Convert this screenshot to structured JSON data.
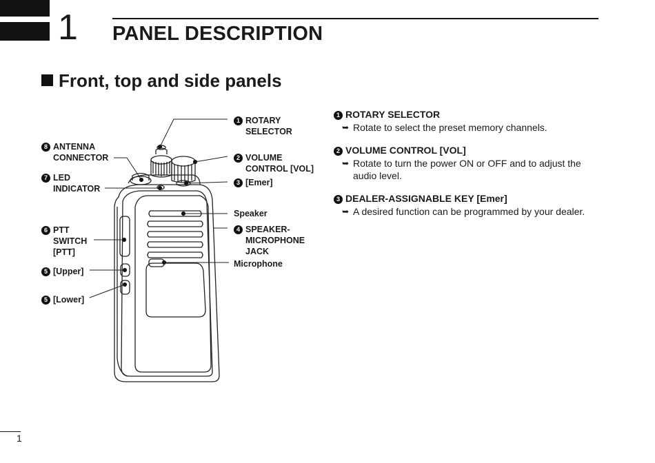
{
  "header": {
    "chapter_number": "1",
    "title": "PANEL DESCRIPTION"
  },
  "section": {
    "heading": "Front, top and side panels"
  },
  "callouts": {
    "rotary": {
      "num": "1",
      "line1": "ROTARY",
      "line2": "SELECTOR"
    },
    "volume": {
      "num": "2",
      "line1": "VOLUME",
      "line2": "CONTROL [VOL]"
    },
    "emer": {
      "num": "3",
      "line1": "[Emer]"
    },
    "speaker": {
      "line1": "Speaker"
    },
    "speaker_mic": {
      "num": "4",
      "line1": "SPEAKER-",
      "line2": "MICROPHONE",
      "line3": "JACK"
    },
    "microphone": {
      "line1": "Microphone"
    },
    "antenna": {
      "num": "8",
      "line1": "ANTENNA",
      "line2": "CONNECTOR"
    },
    "led": {
      "num": "7",
      "line1": "LED",
      "line2": "INDICATOR"
    },
    "ptt": {
      "num": "6",
      "line1": "PTT",
      "line2": "SWITCH",
      "line3": "[PTT]"
    },
    "upper": {
      "num": "5",
      "line1": "[Upper]"
    },
    "lower": {
      "num": "5",
      "line1": "[Lower]"
    }
  },
  "descriptions": [
    {
      "num": "1",
      "heading": "ROTARY SELECTOR",
      "bullet": "Rotate to select the preset memory channels."
    },
    {
      "num": "2",
      "heading": "VOLUME CONTROL [VOL]",
      "bullet": "Rotate to turn the power ON or OFF and to adjust the audio level."
    },
    {
      "num": "3",
      "heading": "DEALER-ASSIGNABLE KEY [Emer]",
      "bullet": "A desired function can be programmed by your dealer."
    }
  ],
  "bullet_symbol": "➥",
  "footer": {
    "page_number": "1"
  }
}
